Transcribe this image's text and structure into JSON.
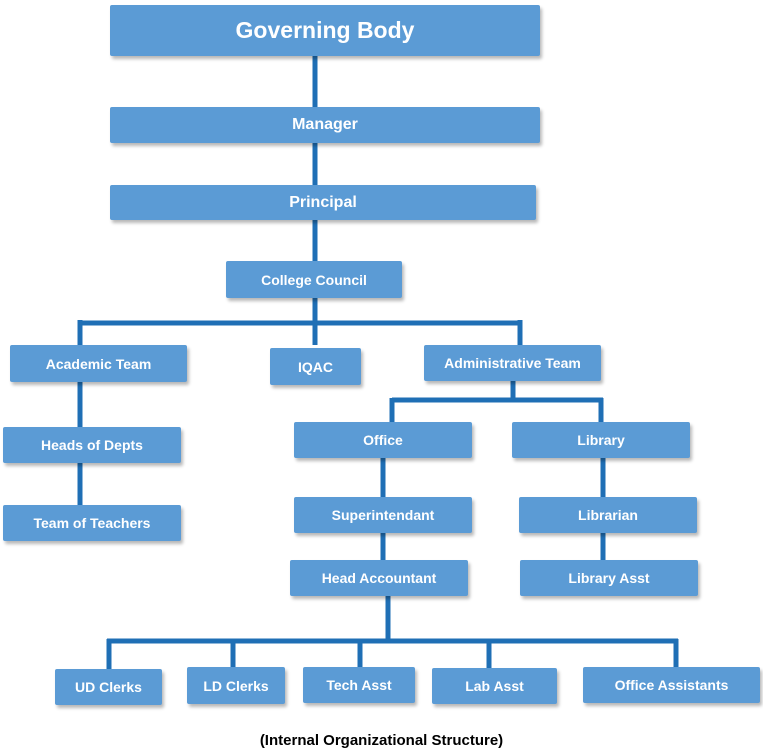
{
  "diagram": {
    "nodes": {
      "governing_body": "Governing Body",
      "manager": "Manager",
      "principal": "Principal",
      "college_council": "College Council",
      "academic_team": "Academic Team",
      "iqac": "IQAC",
      "administrative_team": "Administrative Team",
      "heads_of_depts": "Heads of Depts",
      "team_of_teachers": "Team of Teachers",
      "office": "Office",
      "library": "Library",
      "superintendant": "Superintendant",
      "librarian": "Librarian",
      "head_accountant": "Head Accountant",
      "library_asst": "Library Asst",
      "ud_clerks": "UD Clerks",
      "ld_clerks": "LD Clerks",
      "tech_asst": "Tech Asst",
      "lab_asst": "Lab Asst",
      "office_assistants": "Office Assistants"
    },
    "caption": "(Internal Organizational Structure)",
    "colors": {
      "box": "#5b9bd5",
      "connector": "#1f6fb5",
      "text": "#ffffff"
    }
  }
}
